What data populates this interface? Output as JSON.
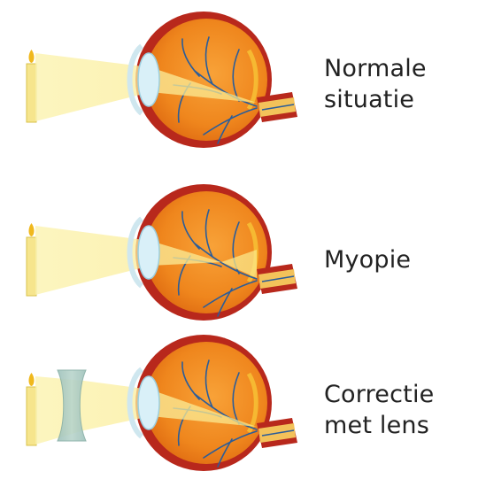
{
  "panels": [
    {
      "id": "normal",
      "label_lines": [
        "Normale",
        "situatie"
      ],
      "focus_on_retina": true,
      "corrective_lens": false
    },
    {
      "id": "myopia",
      "label_lines": [
        "Myopie"
      ],
      "focus_on_retina": false,
      "corrective_lens": false
    },
    {
      "id": "correction",
      "label_lines": [
        "Correctie",
        "met lens"
      ],
      "focus_on_retina": true,
      "corrective_lens": true
    }
  ],
  "colors": {
    "candle": "#f6e58d",
    "candle_edge": "#d9c24a",
    "flame": "#f0b81c",
    "light_beam": "#fbf3b0",
    "sclera": "#b8281c",
    "eye_interior": "#f08a1e",
    "cornea": "#bfe6f2",
    "lens": "#d9f0f8",
    "vessels": "#2a5d9a",
    "optic_nerve": "#f3c25a",
    "concave_lens": "#a9c8c0"
  }
}
